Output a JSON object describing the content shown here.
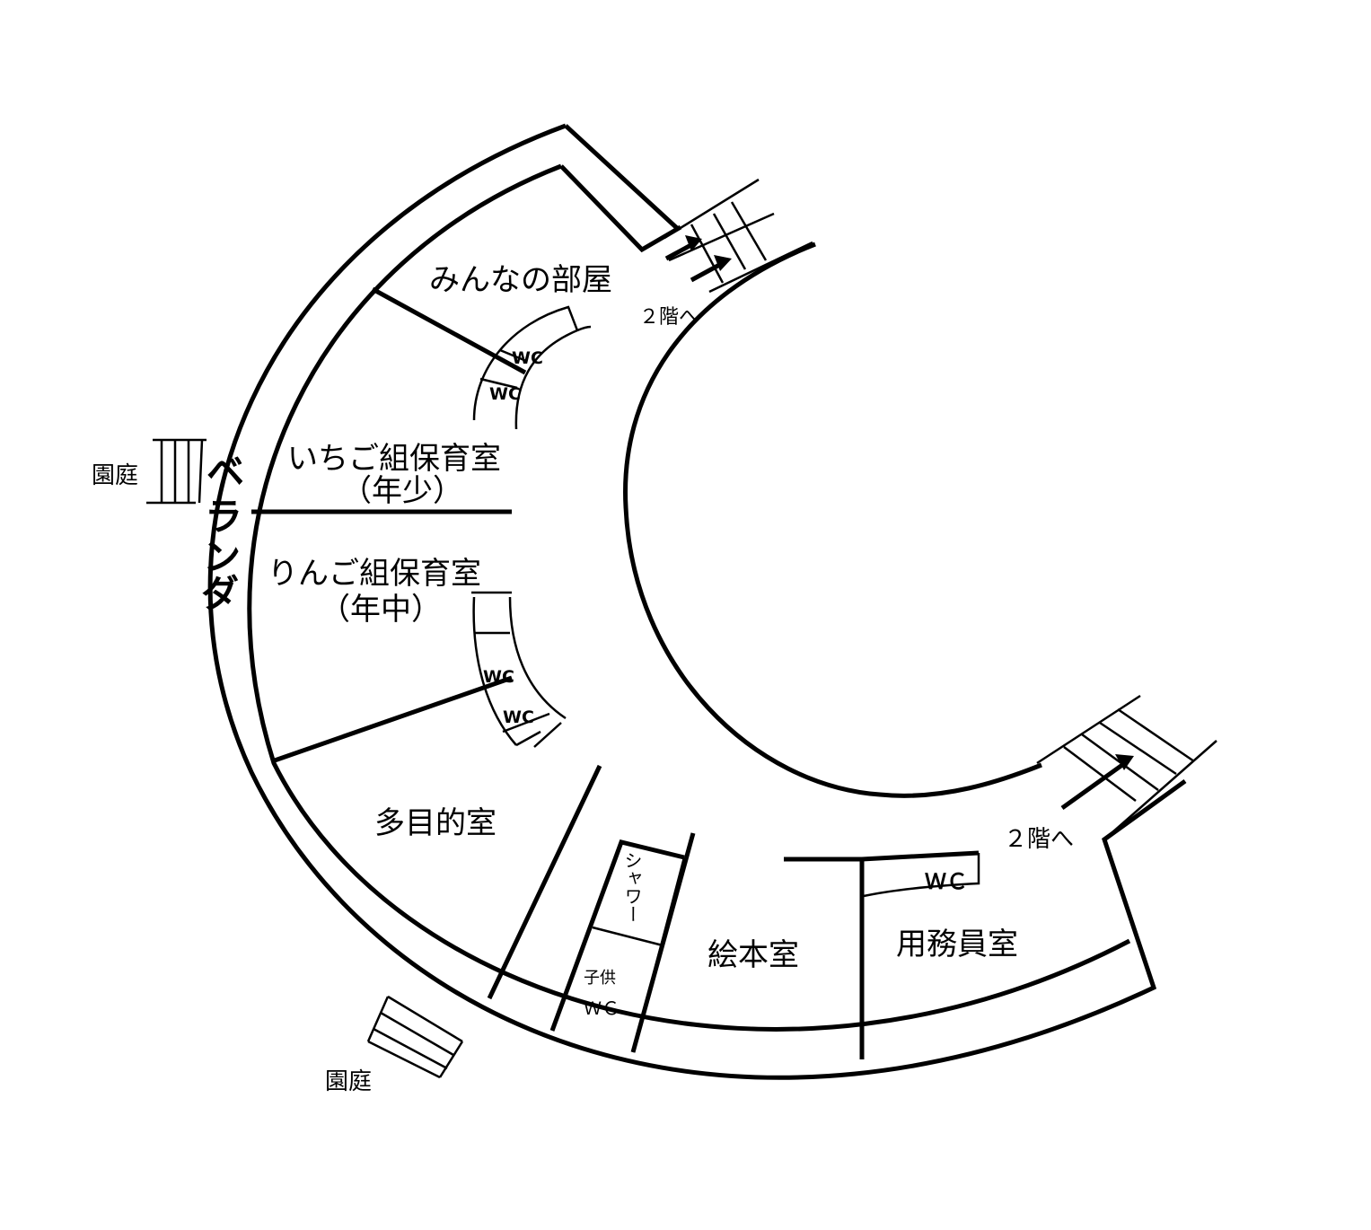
{
  "rooms": {
    "minna": "みんなの部屋",
    "ichigo": "いちご組保育室",
    "ichigo_sub": "（年少）",
    "ringo": "りんご組保育室",
    "ringo_sub": "（年中）",
    "tamokuteki": "多目的室",
    "ehon": "絵本室",
    "youmuin": "用務員室",
    "shower": "シャワー",
    "kodomo": "子供",
    "kodomo_wc": "ＷＣ"
  },
  "veranda": [
    "ベ",
    "ラ",
    "ン",
    "ダ"
  ],
  "garden": {
    "west": "園庭",
    "south": "園庭"
  },
  "stairs": {
    "north": "２階へ",
    "east": "２階へ"
  },
  "toilets": {
    "wc1": "WC",
    "wc2": "WC",
    "wc3": "WC",
    "wc4": "WC",
    "wc5": "ＷＣ"
  }
}
